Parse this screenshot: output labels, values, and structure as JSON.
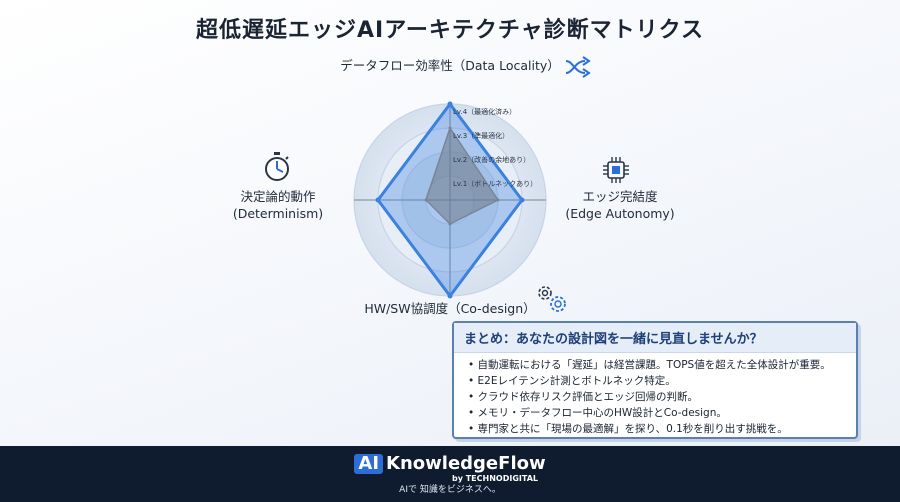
{
  "title": "超低遅延エッジAIアーキテクチャ診断マトリクス",
  "radar": {
    "axes": [
      {
        "label": "データフロー効率性（Data Locality）",
        "icon": "data-flow-arrows-icon"
      },
      {
        "label": "エッジ完結度",
        "label2": "(Edge Autonomy)",
        "icon": "chip-icon"
      },
      {
        "label": "HW/SW協調度（Co-design）",
        "icon": "gears-icon"
      },
      {
        "label": "決定論的動作",
        "label2": "(Determinism)",
        "icon": "stopwatch-icon"
      }
    ],
    "levels": [
      "Lv.1（ボトルネックあり）",
      "Lv.2（改善の余地あり）",
      "Lv.3（準最適化）",
      "Lv.4（最適化済み）"
    ],
    "max_level": 4,
    "series": [
      {
        "values": [
          4,
          3,
          4,
          3
        ],
        "color": "#3b82e0"
      },
      {
        "values": [
          3,
          2,
          1,
          1
        ],
        "color": "#7a8596"
      }
    ],
    "colors": {
      "accent": "#3b82e0",
      "inner": "#8a93a2",
      "ring": "#c7d4e6"
    }
  },
  "summary": {
    "title": "まとめ：あなたの設計図を一緒に見直しませんか？",
    "items": [
      "自動運転における「遅延」は経営課題。TOPS値を超えた全体設計が重要。",
      "E2Eレイテンシ計測とボトルネック特定。",
      "クラウド依存リスク評価とエッジ回帰の判断。",
      "メモリ・データフロー中心のHW設計とCo-design。",
      "専門家と共に「現場の最適解」を探り、0.1秒を削り出す挑戦を。"
    ]
  },
  "footer": {
    "brand_badge": "AI",
    "brand_name": "KnowledgeFlow",
    "by": "by TECHNODIGITAL",
    "tagline": "AIで 知識をビジネスへ。"
  }
}
